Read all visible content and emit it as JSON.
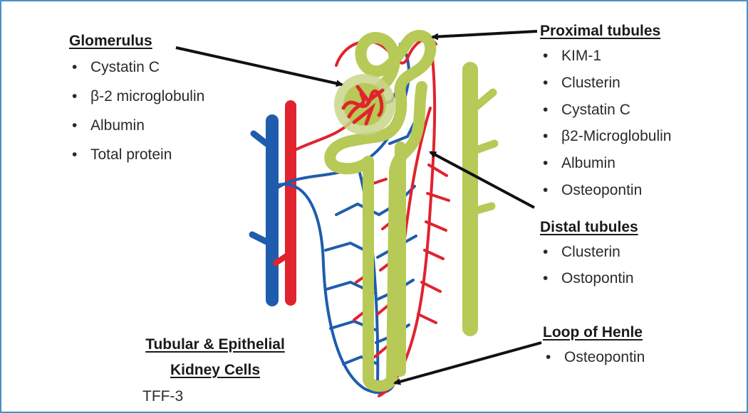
{
  "colors": {
    "frame_border": "#4a90c8",
    "artery_red": "#e0232e",
    "vein_blue": "#1f5cad",
    "tubule_green": "#b7c956",
    "glomerulus_halo": "#c9d58a",
    "arrow": "#111111"
  },
  "glomerulus": {
    "title": "Glomerulus",
    "markers": [
      "Cystatin C",
      "β-2 microglobulin",
      "Albumin",
      "Total protein"
    ]
  },
  "proximal_tubules": {
    "title": "Proximal tubules",
    "markers": [
      "KIM-1",
      "Clusterin",
      "Cystatin C",
      "β2-Microglobulin",
      "Albumin",
      "Osteopontin"
    ]
  },
  "distal_tubules": {
    "title": "Distal tubules",
    "markers": [
      "Clusterin",
      "Ostopontin"
    ]
  },
  "loop_of_henle": {
    "title": "Loop of Henle",
    "markers": [
      "Osteopontin"
    ]
  },
  "tubular_epithelial": {
    "title_line1": "Tubular & Epithelial",
    "title_line2": "Kidney Cells",
    "marker": "TFF-3"
  },
  "icons": {
    "nephron": "nephron-illustration-icon",
    "arrow": "pointer-arrow-icon"
  }
}
